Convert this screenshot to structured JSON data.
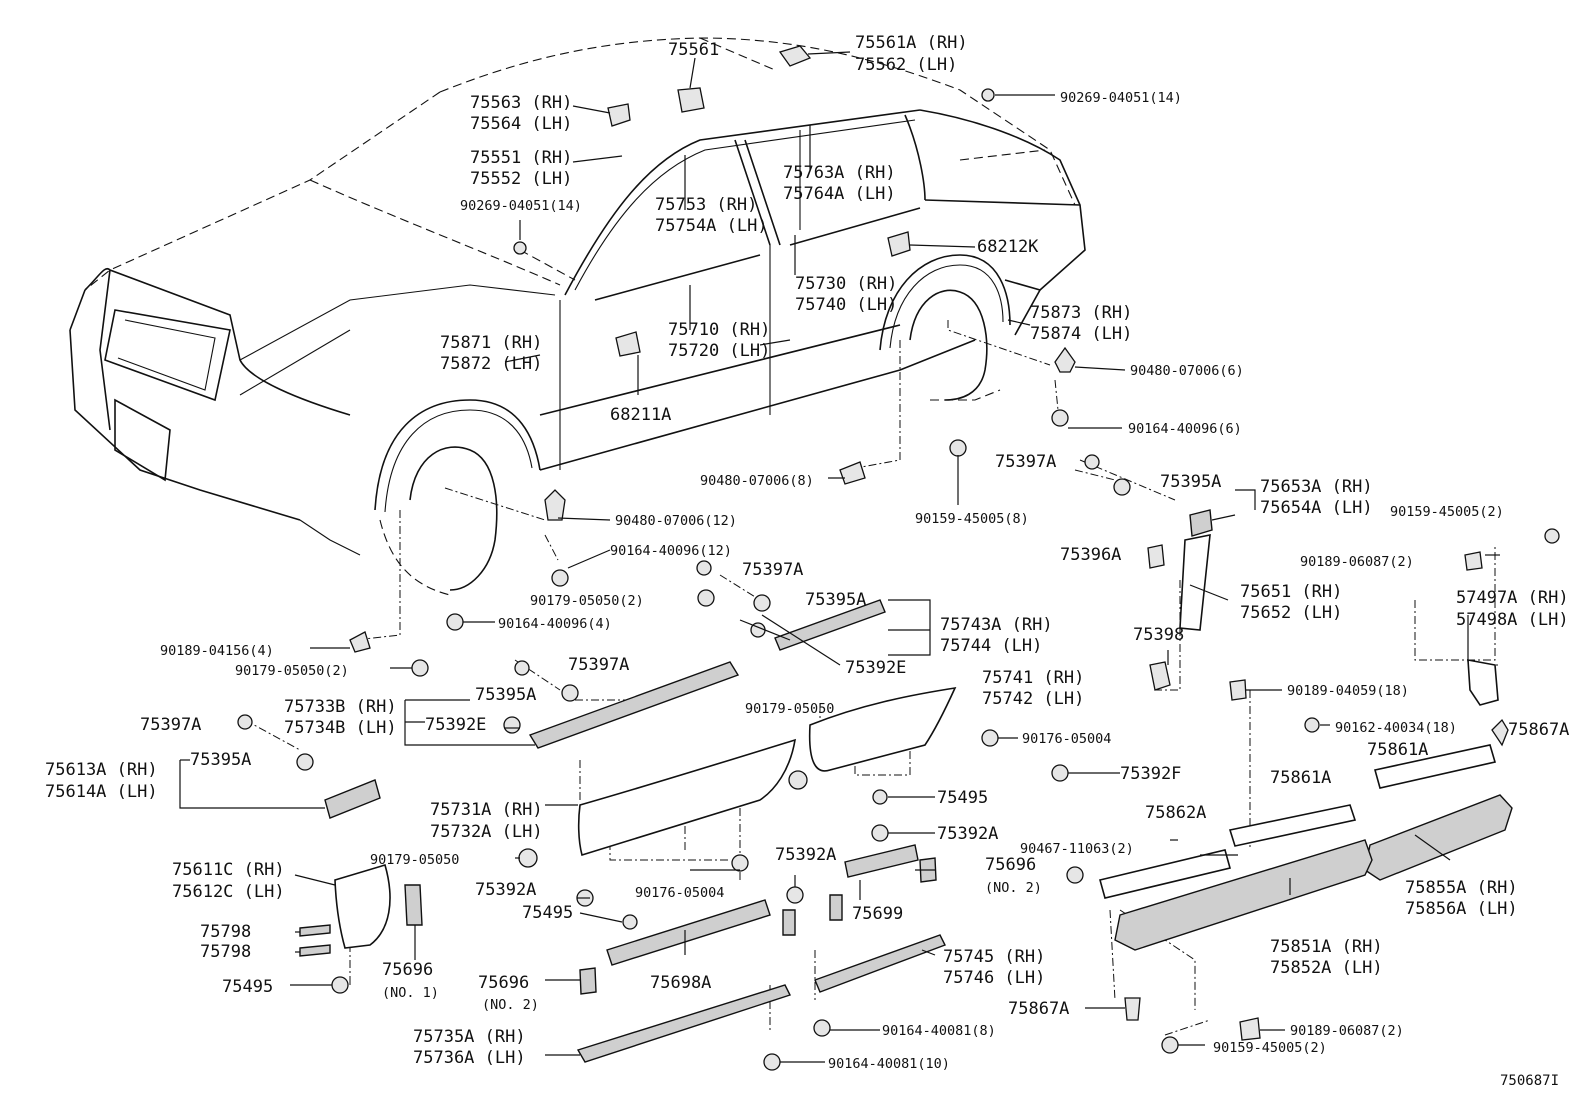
{
  "diagram_id": "750687I",
  "callouts": {
    "c75561": "75561",
    "c75561A": "75561A (RH)",
    "c75562": "75562 (LH)",
    "c90269_top": "90269-04051(14)",
    "c75563": "75563 (RH)",
    "c75564": "75564 (LH)",
    "c75551": "75551 (RH)",
    "c75552": "75552 (LH)",
    "c90269_left": "90269-04051(14)",
    "c75753": "75753 (RH)",
    "c75754A": "75754A (LH)",
    "c75763A": "75763A (RH)",
    "c75764A": "75764A (LH)",
    "c68212K": "68212K",
    "c75730": "75730 (RH)",
    "c75740": "75740 (LH)",
    "c75873": "75873 (RH)",
    "c75874": "75874 (LH)",
    "c75871": "75871 (RH)",
    "c75872": "75872 (LH)",
    "c75710": "75710 (RH)",
    "c75720": "75720 (LH)",
    "c68211A": "68211A",
    "c90480_6": "90480-07006(6)",
    "c90164_40096_6": "90164-40096(6)",
    "c75397A_r": "75397A",
    "c75395A_r": "75395A",
    "c75653A": "75653A (RH)",
    "c75654A": "75654A (LH)",
    "c90480_8": "90480-07006(8)",
    "c90159_8": "90159-45005(8)",
    "c90159_2_top": "90159-45005(2)",
    "c90480_12": "90480-07006(12)",
    "c90164_12": "90164-40096(12)",
    "c75397A_m1": "75397A",
    "c90179_2a": "90179-05050(2)",
    "c75395A_m1": "75395A",
    "c75743A": "75743A (RH)",
    "c75744": "75744 (LH)",
    "c75392E_m": "75392E",
    "c75396A": "75396A",
    "c75651": "75651 (RH)",
    "c75652": "75652 (LH)",
    "c90189_06087_top": "90189-06087(2)",
    "c57497A": "57497A (RH)",
    "c57498A": "57498A (LH)",
    "c90164_4": "90164-40096(4)",
    "c90189_04156": "90189-04156(4)",
    "c75398": "75398",
    "c90179_2b": "90179-05050(2)",
    "c75397A_m2": "75397A",
    "c75741": "75741 (RH)",
    "c75742": "75742 (LH)",
    "c75733B": "75733B (RH)",
    "c75734B": "75734B (LH)",
    "c75395A_m2": "75395A",
    "c75392E_l": "75392E",
    "c90179_05050_a": "90179-05050",
    "c90189_04059": "90189-04059(18)",
    "c75397A_l": "75397A",
    "c90176_05004_r": "90176-05004",
    "c90162": "90162-40034(18)",
    "c75867A_r": "75867A",
    "c75613A": "75613A (RH)",
    "c75614A": "75614A (LH)",
    "c75395A_l": "75395A",
    "c75392F": "75392F",
    "c75861A_a": "75861A",
    "c75861A_b": "75861A",
    "c75495_m": "75495",
    "c75731A": "75731A (RH)",
    "c75732A": "75732A (LH)",
    "c75392A_m": "75392A",
    "c75862A": "75862A",
    "c90467": "90467-11063(2)",
    "c90179_05050_b": "90179-05050",
    "c75392A_b": "75392A",
    "c75696_no2_r": "75696",
    "c75696_no2_r_sub": "(NO. 2)",
    "c75611C": "75611C (RH)",
    "c75612C": "75612C (LH)",
    "c75392A_l": "75392A",
    "c90176_05004_m": "90176-05004",
    "c75855A": "75855A (RH)",
    "c75856A": "75856A (LH)",
    "c75699": "75699",
    "c75495_l": "75495",
    "c75798_a": "75798",
    "c75798_b": "75798",
    "c75851A": "75851A (RH)",
    "c75852A": "75852A (LH)",
    "c75696_no1": "75696",
    "c75696_no1_sub": "(NO. 1)",
    "c75745": "75745 (RH)",
    "c75746": "75746 (LH)",
    "c75696_no2_l": "75696",
    "c75696_no2_l_sub": "(NO. 2)",
    "c75698A": "75698A",
    "c75495_b": "75495",
    "c75867A_b": "75867A",
    "c90164_40081_8": "90164-40081(8)",
    "c90189_06087_b": "90189-06087(2)",
    "c75735A": "75735A (RH)",
    "c75736A": "75736A (LH)",
    "c90164_40081_10": "90164-40081(10)",
    "c90159_2_b": "90159-45005(2)"
  }
}
